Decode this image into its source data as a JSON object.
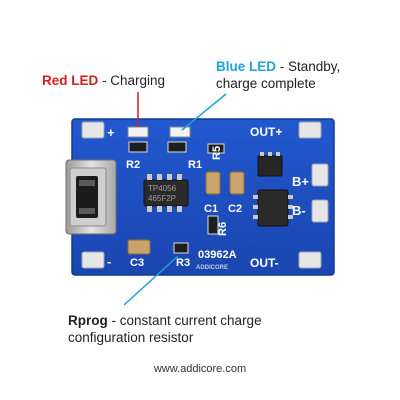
{
  "annotations": {
    "red_led": {
      "title": "Red LED",
      "desc": " - Charging",
      "title_color": "#d21f1f"
    },
    "blue_led": {
      "title": "Blue LED",
      "desc_line1": " - Standby,",
      "desc_line2": "charge complete",
      "title_color": "#1fa2d8"
    },
    "rprog": {
      "title": "Rprog",
      "desc_line1": " - constant current charge",
      "desc_line2": "configuration resistor"
    }
  },
  "board": {
    "silkscreen": {
      "plus": "+",
      "minus": "-",
      "out_plus": "OUT+",
      "out_minus": "OUT-",
      "b_plus": "B+",
      "b_minus": "B-",
      "r1": "R1",
      "r2": "R2",
      "r3": "R3",
      "r5": "R5",
      "r6": "R6",
      "c1": "C1",
      "c2": "C2",
      "c3": "C3",
      "board_id": "03962A",
      "brand": "ADDICORE"
    },
    "chip_marking_line1": "TP4056",
    "chip_marking_line2": "465F2P",
    "colors": {
      "pcb": "#1b4fc4",
      "pcb_dark": "#123a98",
      "pad": "#e8e8e8"
    }
  },
  "website": "www.addicore.com"
}
